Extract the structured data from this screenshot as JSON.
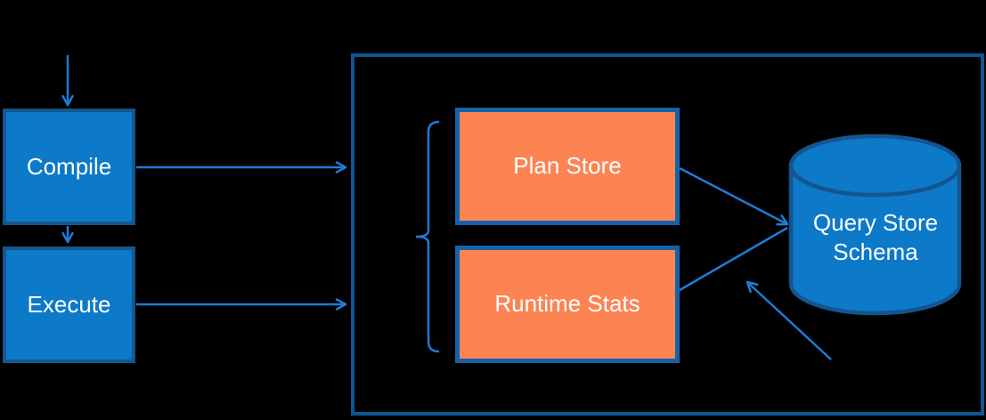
{
  "diagram": {
    "description": "Query Store architecture flow diagram on black background",
    "nodes": {
      "compile": {
        "label": "Compile",
        "shape": "rectangle"
      },
      "execute": {
        "label": "Execute",
        "shape": "rectangle"
      },
      "plan_store": {
        "label": "Plan Store",
        "shape": "rectangle"
      },
      "runtime_stats": {
        "label": "Runtime Stats",
        "shape": "rectangle"
      },
      "query_store_schema": {
        "label": "Query Store Schema",
        "label_line1": "Query Store",
        "label_line2": "Schema",
        "shape": "database-cylinder"
      },
      "query_store_container": {
        "label": "",
        "shape": "outlined-group-box"
      }
    },
    "edges": [
      {
        "from": "top-input",
        "to": "compile",
        "style": "arrow-down"
      },
      {
        "from": "compile",
        "to": "execute",
        "style": "arrow-down"
      },
      {
        "from": "compile",
        "to": "query_store_container",
        "style": "arrow-right"
      },
      {
        "from": "execute",
        "to": "query_store_container",
        "style": "arrow-right"
      },
      {
        "from": "plan_store",
        "to": "query_store_schema",
        "style": "arrow-converging"
      },
      {
        "from": "runtime_stats",
        "to": "query_store_schema",
        "style": "arrow-converging"
      },
      {
        "from": "bottom-right",
        "to": "query_store_schema",
        "style": "arrow-up-left"
      },
      {
        "type": "bracket",
        "grouping": [
          "plan_store",
          "runtime_stats"
        ]
      }
    ],
    "colors": {
      "bg": "#000000",
      "text": "#ffffff",
      "arrow": "#1e7bd4",
      "blueFill": "#0c79c9",
      "blueBorder": "#15568d",
      "orangeFill": "#fc8453",
      "orangeBorder": "#1463a8",
      "containerBorder": "#0d5695",
      "cylBorder": "#15548f"
    }
  }
}
